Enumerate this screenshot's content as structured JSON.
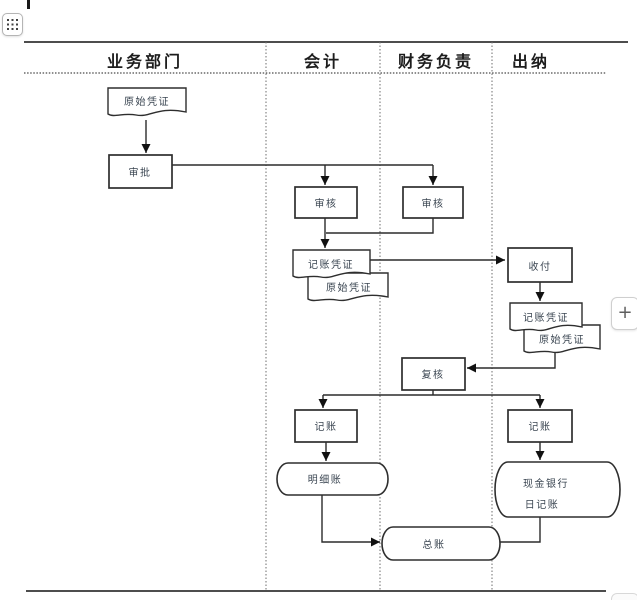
{
  "ui": {
    "grid_button": {
      "icon": "grid-dots"
    },
    "plus_button": {
      "label": "+"
    }
  },
  "diagram": {
    "lanes": [
      {
        "label": "业务部门"
      },
      {
        "label": "会计"
      },
      {
        "label": "财务负责"
      },
      {
        "label": "出纳"
      }
    ],
    "nodes": {
      "original_voucher_1": {
        "label": "原始凭证",
        "shape": "document"
      },
      "approve": {
        "label": "审批",
        "shape": "process"
      },
      "review_accounting": {
        "label": "审核",
        "shape": "process"
      },
      "review_finance": {
        "label": "审核",
        "shape": "process"
      },
      "bookkeeping_voucher_acct": {
        "label": "记账凭证",
        "shape": "document"
      },
      "original_voucher_acct": {
        "label": "原始凭证",
        "shape": "document"
      },
      "receive_pay": {
        "label": "收付",
        "shape": "process"
      },
      "bookkeeping_voucher_cash": {
        "label": "记账凭证",
        "shape": "document"
      },
      "original_voucher_cash": {
        "label": "原始凭证",
        "shape": "document"
      },
      "recheck": {
        "label": "复核",
        "shape": "process"
      },
      "record_accounting": {
        "label": "记账",
        "shape": "process"
      },
      "record_cashier": {
        "label": "记账",
        "shape": "process"
      },
      "detail_ledger": {
        "label": "明细账",
        "shape": "stored-data"
      },
      "cash_bank_journal": {
        "line1": "现金银行",
        "line2": "日记账",
        "shape": "stored-data"
      },
      "general_ledger": {
        "label": "总账",
        "shape": "stored-data"
      }
    },
    "colors": {
      "line": "#2b2b2b",
      "divider": "#6e6e6e",
      "node_text": "#3a4551",
      "header_text": "#1d1d1d",
      "background": "#ffffff"
    }
  }
}
